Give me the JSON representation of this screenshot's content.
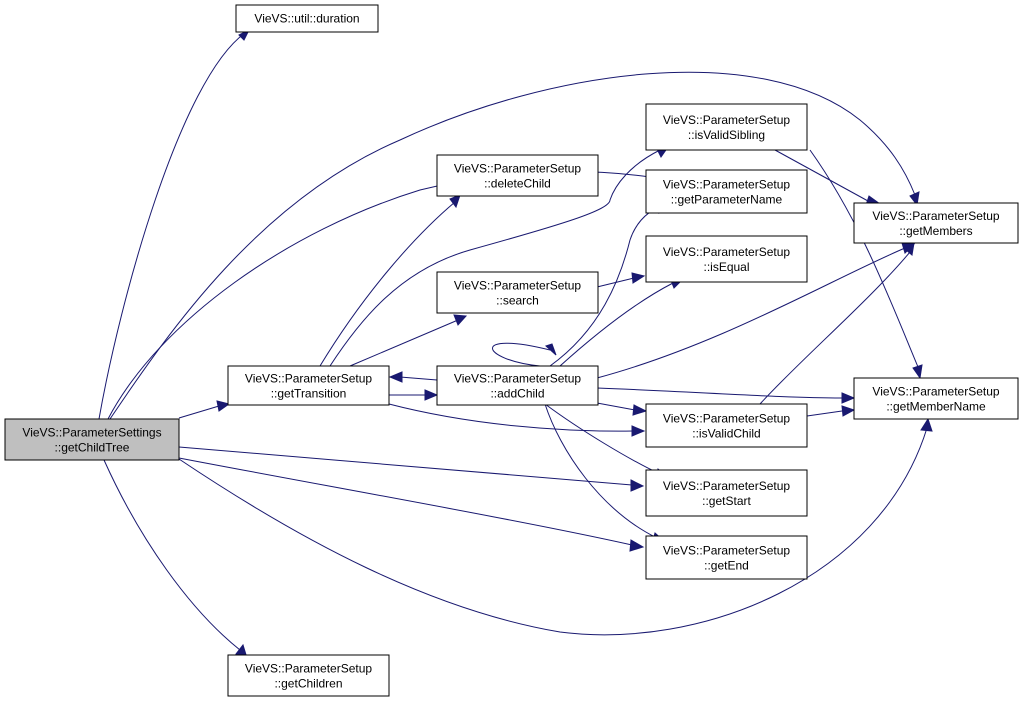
{
  "graph": {
    "nodes": [
      {
        "id": "root",
        "line1": "VieVS::ParameterSettings",
        "line2": "::getChildTree"
      },
      {
        "id": "duration",
        "line1": "VieVS::util::duration",
        "line2": ""
      },
      {
        "id": "getTransition",
        "line1": "VieVS::ParameterSetup",
        "line2": "::getTransition"
      },
      {
        "id": "getChildren",
        "line1": "VieVS::ParameterSetup",
        "line2": "::getChildren"
      },
      {
        "id": "deleteChild",
        "line1": "VieVS::ParameterSetup",
        "line2": "::deleteChild"
      },
      {
        "id": "search",
        "line1": "VieVS::ParameterSetup",
        "line2": "::search"
      },
      {
        "id": "addChild",
        "line1": "VieVS::ParameterSetup",
        "line2": "::addChild"
      },
      {
        "id": "isValidSibling",
        "line1": "VieVS::ParameterSetup",
        "line2": "::isValidSibling"
      },
      {
        "id": "getParameterName",
        "line1": "VieVS::ParameterSetup",
        "line2": "::getParameterName"
      },
      {
        "id": "isEqual",
        "line1": "VieVS::ParameterSetup",
        "line2": "::isEqual"
      },
      {
        "id": "isValidChild",
        "line1": "VieVS::ParameterSetup",
        "line2": "::isValidChild"
      },
      {
        "id": "getStart",
        "line1": "VieVS::ParameterSetup",
        "line2": "::getStart"
      },
      {
        "id": "getEnd",
        "line1": "VieVS::ParameterSetup",
        "line2": "::getEnd"
      },
      {
        "id": "getMembers",
        "line1": "VieVS::ParameterSetup",
        "line2": "::getMembers"
      },
      {
        "id": "getMemberName",
        "line1": "VieVS::ParameterSetup",
        "line2": "::getMemberName"
      }
    ],
    "edges": [
      [
        "root",
        "duration"
      ],
      [
        "root",
        "getTransition"
      ],
      [
        "root",
        "getParameterName"
      ],
      [
        "root",
        "getMembers"
      ],
      [
        "root",
        "getStart"
      ],
      [
        "root",
        "getEnd"
      ],
      [
        "root",
        "getMemberName"
      ],
      [
        "root",
        "getChildren"
      ],
      [
        "getTransition",
        "deleteChild"
      ],
      [
        "getTransition",
        "search"
      ],
      [
        "getTransition",
        "isValidSibling"
      ],
      [
        "getTransition",
        "addChild"
      ],
      [
        "getTransition",
        "isValidChild"
      ],
      [
        "addChild",
        "getTransition"
      ],
      [
        "addChild",
        "addChild"
      ],
      [
        "addChild",
        "getParameterName"
      ],
      [
        "addChild",
        "isEqual"
      ],
      [
        "addChild",
        "getMembers"
      ],
      [
        "addChild",
        "getMemberName"
      ],
      [
        "addChild",
        "isValidChild"
      ],
      [
        "addChild",
        "getStart"
      ],
      [
        "addChild",
        "getEnd"
      ],
      [
        "search",
        "isEqual"
      ],
      [
        "isValidSibling",
        "getMembers"
      ],
      [
        "isValidSibling",
        "getMemberName"
      ],
      [
        "isValidChild",
        "getMembers"
      ],
      [
        "isValidChild",
        "getMemberName"
      ]
    ],
    "colors": {
      "edge": "#191970",
      "root_fill": "#bfbfbf",
      "node_fill": "#ffffff",
      "border": "#000000"
    }
  }
}
